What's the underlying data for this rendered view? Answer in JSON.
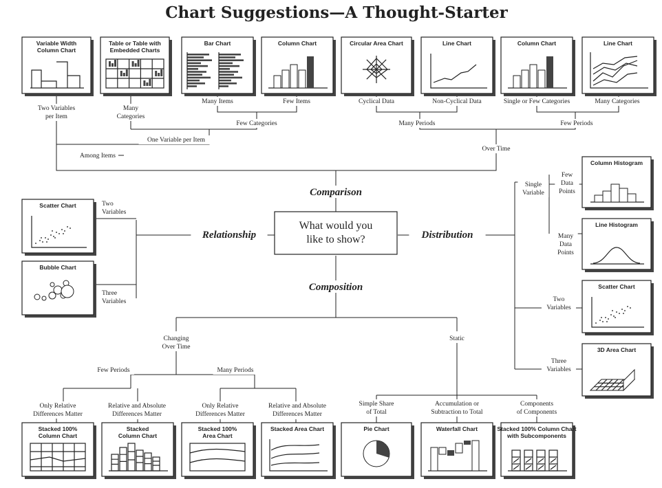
{
  "title": "Chart Suggestions—A Thought-Starter",
  "center_question": [
    "What would you",
    "like to show?"
  ],
  "categories": {
    "comparison": "Comparison",
    "relationship": "Relationship",
    "distribution": "Distribution",
    "composition": "Composition"
  },
  "boxes": {
    "variable_width": [
      "Variable Width",
      "Column Chart"
    ],
    "table_embedded": [
      "Table or Table with",
      "Embedded Charts"
    ],
    "bar_chart": [
      "Bar Chart"
    ],
    "column_chart_few": [
      "Column Chart"
    ],
    "circular_area": [
      "Circular Area Chart"
    ],
    "line_chart_noncyc": [
      "Line Chart"
    ],
    "column_chart_time": [
      "Column Chart"
    ],
    "line_chart_many": [
      "Line Chart"
    ],
    "column_histogram": [
      "Column Histogram"
    ],
    "line_histogram": [
      "Line Histogram"
    ],
    "scatter_dist": [
      "Scatter Chart"
    ],
    "area_3d": [
      "3D Area Chart"
    ],
    "scatter_rel": [
      "Scatter Chart"
    ],
    "bubble": [
      "Bubble Chart"
    ],
    "stacked100_col": [
      "Stacked 100%",
      "Column Chart"
    ],
    "stacked_col": [
      "Stacked",
      "Column Chart"
    ],
    "stacked100_area": [
      "Stacked 100%",
      "Area Chart"
    ],
    "stacked_area": [
      "Stacked Area Chart"
    ],
    "pie": [
      "Pie Chart"
    ],
    "waterfall": [
      "Waterfall Chart"
    ],
    "stacked100_sub": [
      "Stacked 100% Column Chart",
      "with Subcomponents"
    ]
  },
  "labels": {
    "two_vars_per_item": [
      "Two Variables",
      "per Item"
    ],
    "many_categories_tbl": [
      "Many",
      "Categories"
    ],
    "many_items": [
      "Many Items"
    ],
    "few_items": [
      "Few Items"
    ],
    "few_categories": [
      "Few Categories"
    ],
    "one_var_per_item": [
      "One Variable per Item"
    ],
    "among_items": [
      "Among Items"
    ],
    "cyclical": [
      "Cyclical Data"
    ],
    "non_cyclical": [
      "Non-Cyclical Data"
    ],
    "single_few_cat": [
      "Single or Few Categories"
    ],
    "many_categories": [
      "Many Categories"
    ],
    "many_periods": [
      "Many Periods"
    ],
    "few_periods_top": [
      "Few Periods"
    ],
    "over_time": [
      "Over Time"
    ],
    "single_variable": [
      "Single",
      "Variable"
    ],
    "few_data_points": [
      "Few",
      "Data",
      "Points"
    ],
    "many_data_points": [
      "Many",
      "Data",
      "Points"
    ],
    "two_variables_dist": [
      "Two",
      "Variables"
    ],
    "three_variables_dist": [
      "Three",
      "Variables"
    ],
    "two_variables_rel": [
      "Two",
      "Variables"
    ],
    "three_variables_rel": [
      "Three",
      "Variables"
    ],
    "changing_over_time": [
      "Changing",
      "Over Time"
    ],
    "static": [
      "Static"
    ],
    "few_periods_comp": [
      "Few Periods"
    ],
    "many_periods_comp": [
      "Many Periods"
    ],
    "only_relative_1": [
      "Only Relative",
      "Differences Matter"
    ],
    "rel_abs_1": [
      "Relative and Absolute",
      "Differences Matter"
    ],
    "only_relative_2": [
      "Only Relative",
      "Differences Matter"
    ],
    "rel_abs_2": [
      "Relative and Absolute",
      "Differences Matter"
    ],
    "simple_share": [
      "Simple Share",
      "of Total"
    ],
    "accumulation": [
      "Accumulation or",
      "Subtraction to Total"
    ],
    "components": [
      "Components",
      "of Components"
    ]
  }
}
